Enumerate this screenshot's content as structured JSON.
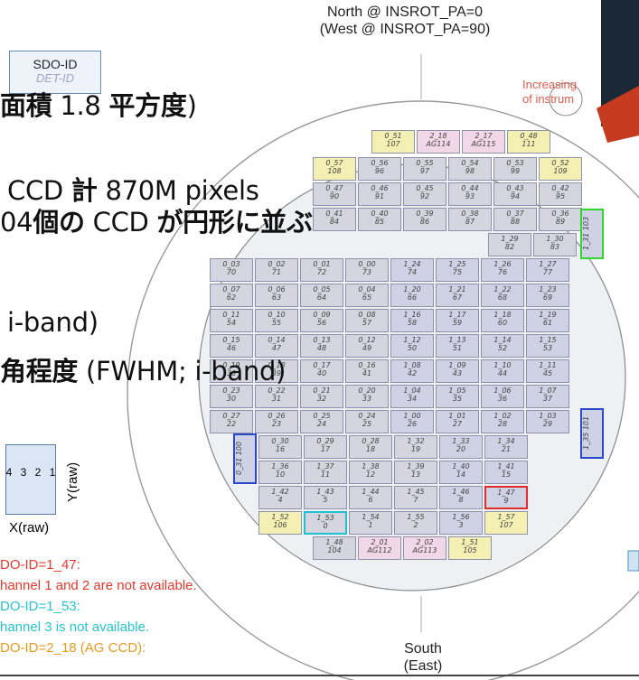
{
  "compass": {
    "north_line1": "North @ INSROT_PA=0",
    "north_line2": "(West @ INSROT_PA=90)",
    "south_line1": "South",
    "south_line2": "(East)",
    "increasing_line1": "Increasing",
    "increasing_line2": "of instrum"
  },
  "inset": {
    "title": "SDO-ID",
    "faded": "DET-ID",
    "xraw": "X(raw)",
    "yraw": "Y(raw)",
    "channels": [
      "4",
      "3",
      "2",
      "1"
    ]
  },
  "overlay": {
    "line1_pre": "面積",
    "line1_num": " 1.8 ",
    "line1_post": "平方度",
    "line1_paren": ")",
    "line2_pre": "CCD ",
    "line2_bold": "計",
    "line2_post": " 870M pixels",
    "line3_num": "04",
    "line3_bold1": "個の",
    "line3_mid": " CCD ",
    "line3_bold2": "が円形に並ぶ",
    "line4": "i-band)",
    "line5_bold": "角程度",
    "line5_rest": " (FWHM; i-band)"
  },
  "notes": [
    {
      "text": "DO-ID=1_47:",
      "color": "#e8382e"
    },
    {
      "text": "hannel 1 and 2 are not available.",
      "color": "#e8382e"
    },
    {
      "text": "DO-ID=1_53:",
      "color": "#27c4cf"
    },
    {
      "text": "hannel 3 is not available.",
      "color": "#27c4cf"
    },
    {
      "text": "DO-ID=2_18 (AG CCD):",
      "color": "#e89a1e"
    }
  ],
  "ccd_rows": [
    [
      [
        "0_51",
        "107"
      ],
      [
        "2_18",
        "AG114"
      ],
      [
        "2_17",
        "AG115"
      ],
      [
        "0_48",
        "111"
      ]
    ],
    [
      [
        "0_57",
        "108"
      ],
      [
        "0_56",
        "96"
      ],
      [
        "0_55",
        "97"
      ],
      [
        "0_54",
        "98"
      ],
      [
        "0_53",
        "99"
      ],
      [
        "0_52",
        "109"
      ]
    ],
    [
      [
        "0_47",
        "90"
      ],
      [
        "0_46",
        "91"
      ],
      [
        "0_45",
        "92"
      ],
      [
        "0_44",
        "93"
      ],
      [
        "0_43",
        "94"
      ],
      [
        "0_42",
        "95"
      ]
    ],
    [
      [
        "0_41",
        "84"
      ],
      [
        "0_40",
        "85"
      ],
      [
        "0_39",
        "86"
      ],
      [
        "0_38",
        "87"
      ],
      [
        "0_37",
        "88"
      ],
      [
        "0_36",
        "89"
      ]
    ],
    [
      [
        "1_29",
        "82"
      ],
      [
        "1_30",
        "83"
      ]
    ],
    [
      [
        "0_03",
        "70"
      ],
      [
        "0_02",
        "71"
      ],
      [
        "0_01",
        "72"
      ],
      [
        "0_00",
        "73"
      ],
      [
        "1_24",
        "74"
      ],
      [
        "1_25",
        "75"
      ],
      [
        "1_26",
        "76"
      ],
      [
        "1_27",
        "77"
      ]
    ],
    [
      [
        "0_07",
        "62"
      ],
      [
        "0_06",
        "63"
      ],
      [
        "0_05",
        "64"
      ],
      [
        "0_04",
        "65"
      ],
      [
        "1_20",
        "66"
      ],
      [
        "1_21",
        "67"
      ],
      [
        "1_22",
        "68"
      ],
      [
        "1_23",
        "69"
      ]
    ],
    [
      [
        "0_11",
        "54"
      ],
      [
        "0_10",
        "55"
      ],
      [
        "0_09",
        "56"
      ],
      [
        "0_08",
        "57"
      ],
      [
        "1_16",
        "58"
      ],
      [
        "1_17",
        "59"
      ],
      [
        "1_18",
        "60"
      ],
      [
        "1_19",
        "61"
      ]
    ],
    [
      [
        "0_15",
        "46"
      ],
      [
        "0_14",
        "47"
      ],
      [
        "0_13",
        "48"
      ],
      [
        "0_12",
        "49"
      ],
      [
        "1_12",
        "50"
      ],
      [
        "1_13",
        "51"
      ],
      [
        "1_14",
        "52"
      ],
      [
        "1_15",
        "53"
      ]
    ],
    [
      [
        "0_19",
        "38"
      ],
      [
        "0_18",
        "39"
      ],
      [
        "0_17",
        "40"
      ],
      [
        "0_16",
        "41"
      ],
      [
        "1_08",
        "42"
      ],
      [
        "1_09",
        "43"
      ],
      [
        "1_10",
        "44"
      ],
      [
        "1_11",
        "45"
      ]
    ],
    [
      [
        "0_23",
        "30"
      ],
      [
        "0_22",
        "31"
      ],
      [
        "0_21",
        "32"
      ],
      [
        "0_20",
        "33"
      ],
      [
        "1_04",
        "34"
      ],
      [
        "1_05",
        "35"
      ],
      [
        "1_06",
        "36"
      ],
      [
        "1_07",
        "37"
      ]
    ],
    [
      [
        "0_27",
        "22"
      ],
      [
        "0_26",
        "23"
      ],
      [
        "0_25",
        "24"
      ],
      [
        "0_24",
        "25"
      ],
      [
        "1_00",
        "26"
      ],
      [
        "1_01",
        "27"
      ],
      [
        "1_02",
        "28"
      ],
      [
        "1_03",
        "29"
      ]
    ],
    [
      [
        "0_30",
        "16"
      ],
      [
        "0_29",
        "17"
      ],
      [
        "0_28",
        "18"
      ],
      [
        "1_32",
        "19"
      ],
      [
        "1_33",
        "20"
      ],
      [
        "1_34",
        "21"
      ]
    ],
    [
      [
        "1_36",
        "10"
      ],
      [
        "1_37",
        "11"
      ],
      [
        "1_38",
        "12"
      ],
      [
        "1_39",
        "13"
      ],
      [
        "1_40",
        "14"
      ],
      [
        "1_41",
        "15"
      ]
    ],
    [
      [
        "1_42",
        "4"
      ],
      [
        "1_43",
        "5"
      ],
      [
        "1_44",
        "6"
      ],
      [
        "1_45",
        "7"
      ],
      [
        "1_46",
        "8"
      ],
      [
        "1_47",
        "9"
      ]
    ],
    [
      [
        "1_52",
        "106"
      ],
      [
        "1_53",
        "0"
      ],
      [
        "1_54",
        "1"
      ],
      [
        "1_55",
        "2"
      ],
      [
        "1_56",
        "3"
      ],
      [
        "1_57",
        "107"
      ]
    ],
    [
      [
        "1_48",
        "104"
      ],
      [
        "2_01",
        "AG112"
      ],
      [
        "2_02",
        "AG113"
      ],
      [
        "1_51",
        "105"
      ]
    ]
  ],
  "side_ccds": [
    [
      "1_31",
      "103"
    ],
    [
      "0_31",
      "100"
    ],
    [
      "1_35",
      "101"
    ]
  ]
}
